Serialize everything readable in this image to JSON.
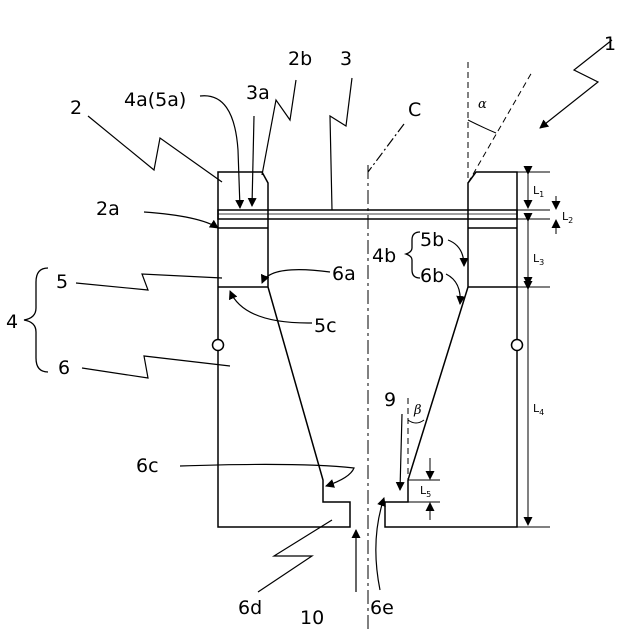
{
  "labels": {
    "n1": "1",
    "n2": "2",
    "n2a": "2a",
    "n2b": "2b",
    "n3": "3",
    "n3a": "3a",
    "n4": "4",
    "n4a5a": "4a(5a)",
    "n4b": "4b",
    "n5": "5",
    "n5b": "5b",
    "n5c": "5c",
    "n6": "6",
    "n6a": "6a",
    "n6b": "6b",
    "n6c": "6c",
    "n6d": "6d",
    "n6e": "6e",
    "n9": "9",
    "n10": "10",
    "C": "C",
    "alpha": "α",
    "beta": "β"
  },
  "dimensions": {
    "L1": "L",
    "L1_sub": "1",
    "L2": "L",
    "L2_sub": "2",
    "L3": "L",
    "L3_sub": "3",
    "L4": "L",
    "L4_sub": "4",
    "L5": "L",
    "L5_sub": "5"
  }
}
